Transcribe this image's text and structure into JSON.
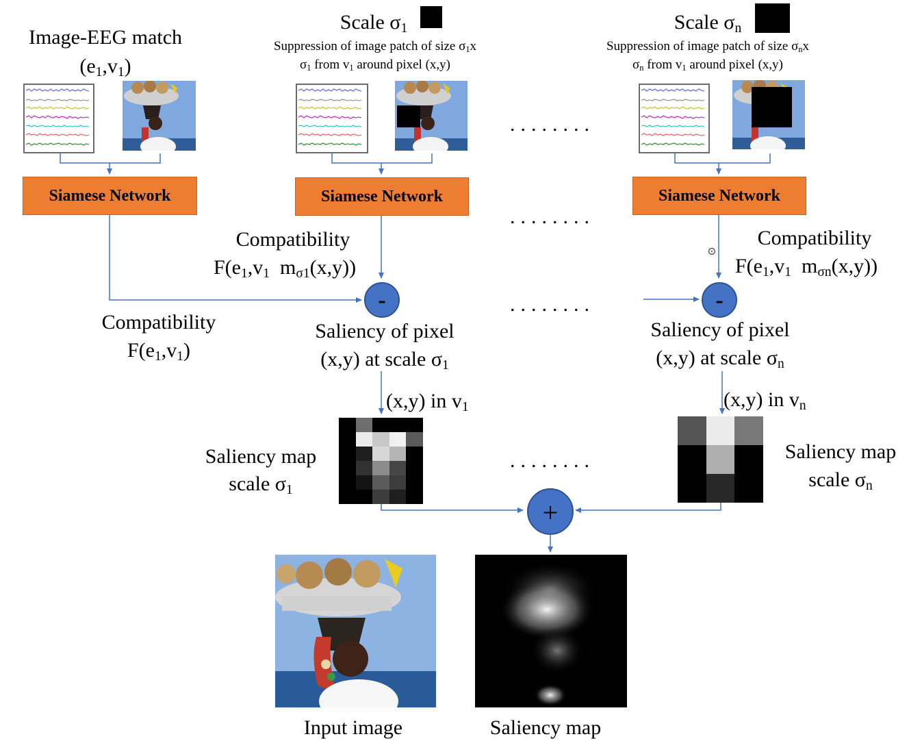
{
  "col1": {
    "header_line1": "Image-EEG match",
    "header_line2_pre": "(e",
    "header_line2_sub1": "1",
    "header_line2_mid": ",v",
    "header_line2_sub2": "1",
    "header_line2_post": ")",
    "network_label": "Siamese Network",
    "compat_label": "Compatibility",
    "compat_formula_pre": "F(e",
    "compat_formula_sub1": "1",
    "compat_formula_mid": ",v",
    "compat_formula_sub2": "1",
    "compat_formula_post": ")"
  },
  "col2": {
    "scale_pre": "Scale σ",
    "scale_sub": "1",
    "supp_line1_pre": "Suppression of image patch of size σ",
    "supp_line1_sub": "1",
    "supp_line1_post": "x",
    "supp_line2_pre": "σ",
    "supp_line2_sub": "1",
    "supp_line2_mid": " from v",
    "supp_line2_sub2": "1",
    "supp_line2_post": " around pixel (x,y)",
    "network_label": "Siamese Network",
    "compat_label": "Compatibility",
    "compat_formula_pre": "F(e",
    "compat_formula_sub1": "1",
    "compat_formula_mid": ",v",
    "compat_formula_sub2": "1",
    "compat_formula_m": "  m",
    "compat_formula_m_sub": "σ1",
    "compat_formula_post": "(x,y))",
    "minus_symbol": "-",
    "saliency_line1": "Saliency of pixel",
    "saliency_line2_pre": "(x,y) at scale σ",
    "saliency_line2_sub": "1",
    "in_label_pre": "(x,y) in v",
    "in_label_sub": "1",
    "map_line1": "Saliency map",
    "map_line2_pre": "scale σ",
    "map_line2_sub": "1"
  },
  "col3": {
    "scale_pre": "Scale σ",
    "scale_sub": "n",
    "supp_line1_pre": "Suppression of image patch of size σ",
    "supp_line1_sub": "n",
    "supp_line1_post": "x",
    "supp_line2_pre": "σ",
    "supp_line2_sub": "n",
    "supp_line2_mid": " from v",
    "supp_line2_sub2": "1",
    "supp_line2_post": " around pixel (x,y)",
    "network_label": "Siamese Network",
    "compat_label": "Compatibility",
    "compat_formula_pre": "F(e",
    "compat_formula_sub1": "1",
    "compat_formula_mid": ",v",
    "compat_formula_sub2": "1",
    "compat_formula_m": "  m",
    "compat_formula_m_sub": "σn",
    "compat_formula_post": "(x,y))",
    "odot_symbol": "⊙",
    "minus_symbol": "-",
    "saliency_line1": "Saliency of pixel",
    "saliency_line2_pre": "(x,y) at scale σ",
    "saliency_line2_sub": "n",
    "in_label_pre": "(x,y) in v",
    "in_label_sub": "n",
    "map_line1": "Saliency map",
    "map_line2_pre": "scale σ",
    "map_line2_sub": "n"
  },
  "ellipsis": "........",
  "plus_symbol": "+",
  "bottom": {
    "input_caption": "Input image",
    "saliency_caption": "Saliency map"
  },
  "colors": {
    "network_box": "#ed7d31",
    "operator_circle": "#4472c4",
    "arrow": "#4472c4"
  },
  "saliency_map_s1_levels": [
    [
      0,
      110,
      0,
      0,
      0
    ],
    [
      0,
      235,
      200,
      240,
      90
    ],
    [
      0,
      30,
      215,
      180,
      0
    ],
    [
      0,
      50,
      140,
      70,
      0
    ],
    [
      0,
      20,
      90,
      60,
      0
    ],
    [
      0,
      0,
      60,
      30,
      0
    ]
  ],
  "saliency_map_sn_levels": [
    [
      85,
      235,
      120
    ],
    [
      0,
      175,
      0
    ],
    [
      0,
      40,
      0
    ]
  ]
}
